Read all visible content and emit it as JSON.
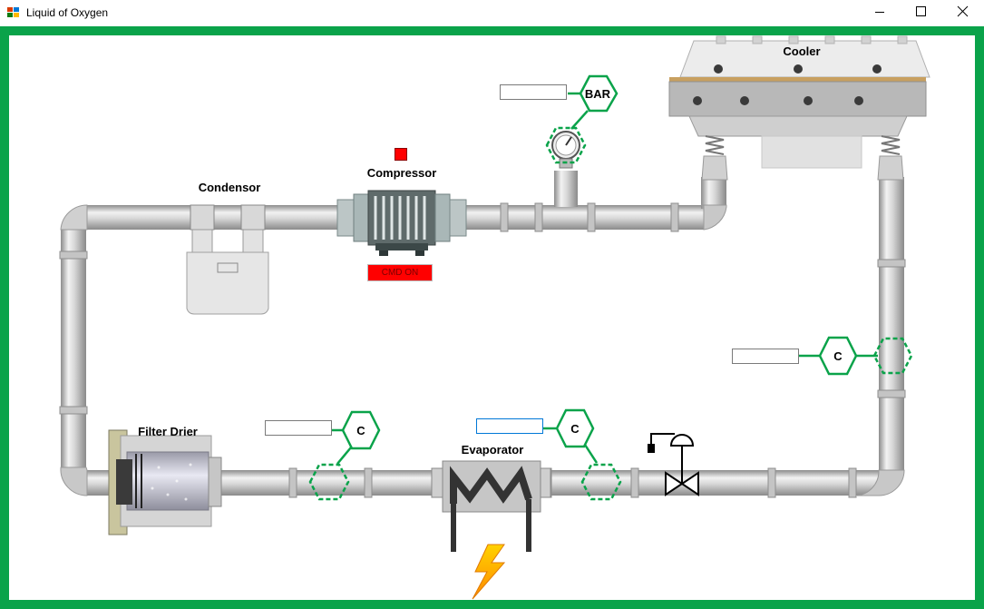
{
  "window": {
    "title": "Liquid of Oxygen"
  },
  "labels": {
    "cooler": "Cooler",
    "condensor": "Condensor",
    "compressor": "Compressor",
    "filter_drier": "Filter Drier",
    "evaporator": "Evaporator"
  },
  "compressor": {
    "command_button": "CMD ON",
    "status_color": "#ff0000"
  },
  "pressure_sensor": {
    "unit": "BAR",
    "value": ""
  },
  "temperature_sensors": [
    {
      "unit": "C",
      "value": ""
    },
    {
      "unit": "C",
      "value": ""
    },
    {
      "unit": "C",
      "value": ""
    }
  ],
  "colors": {
    "frame": "#0aa34a",
    "sensor": "#0aa34a",
    "alarm": "#ff0000"
  },
  "icons": {
    "energy": "lightning-icon",
    "valve": "control-valve-icon"
  }
}
